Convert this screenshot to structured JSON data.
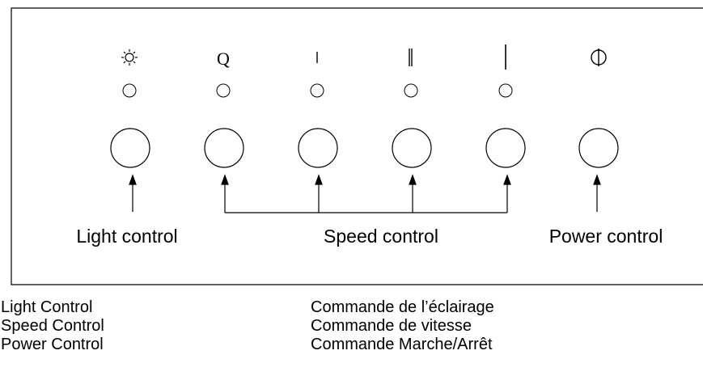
{
  "panel": {
    "buttons": [
      {
        "id": "light",
        "symbol": "sun-icon",
        "has_indicator": true
      },
      {
        "id": "speed-q",
        "symbol_text": "Q",
        "has_indicator": true
      },
      {
        "id": "speed-1",
        "symbol": "speed-1-bar-icon",
        "has_indicator": true
      },
      {
        "id": "speed-2",
        "symbol": "speed-2-bar-icon",
        "has_indicator": true
      },
      {
        "id": "speed-3",
        "symbol": "speed-3-bar-icon",
        "has_indicator": true
      },
      {
        "id": "power",
        "symbol": "power-icon",
        "has_indicator": false
      }
    ],
    "labels": {
      "light": "Light control",
      "speed": "Speed control",
      "power": "Power control"
    }
  },
  "legend": {
    "english": [
      "Light Control",
      "Speed Control",
      "Power Control"
    ],
    "french": [
      "Commande de l’éclairage",
      "Commande de vitesse",
      "Commande Marche/Arrêt"
    ]
  },
  "colors": {
    "line": "#000000",
    "background": "#ffffff"
  }
}
